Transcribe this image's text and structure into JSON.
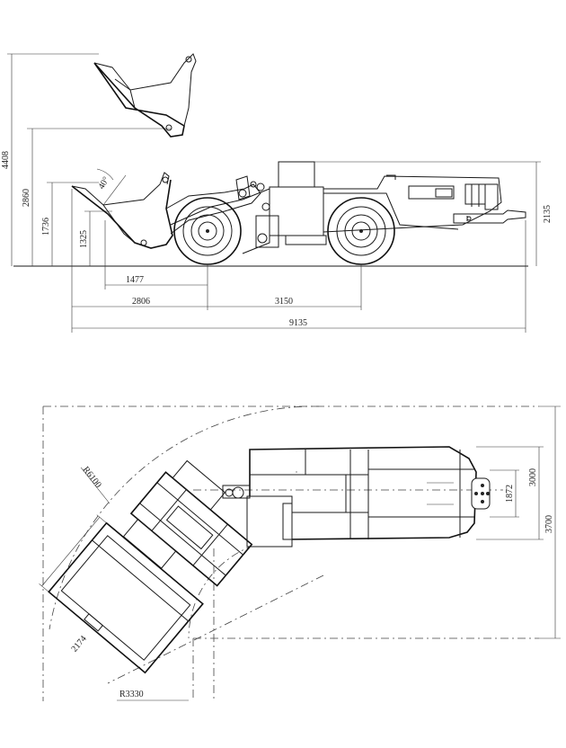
{
  "side_view": {
    "height_raised": "4408",
    "height_dump": "2860",
    "height_bucket_pin": "1736",
    "dump_reach_height": "1325",
    "dump_angle": "40°",
    "cab_height": "2135",
    "dump_reach": "1477",
    "front_axle_offset": "2806",
    "wheelbase": "3150",
    "overall_length": "9135"
  },
  "top_view": {
    "outer_radius": "R6100",
    "inner_radius": "R3330",
    "bucket_width": "2174",
    "track_width": "1872",
    "vehicle_width": "3000",
    "turning_width": "3700"
  }
}
